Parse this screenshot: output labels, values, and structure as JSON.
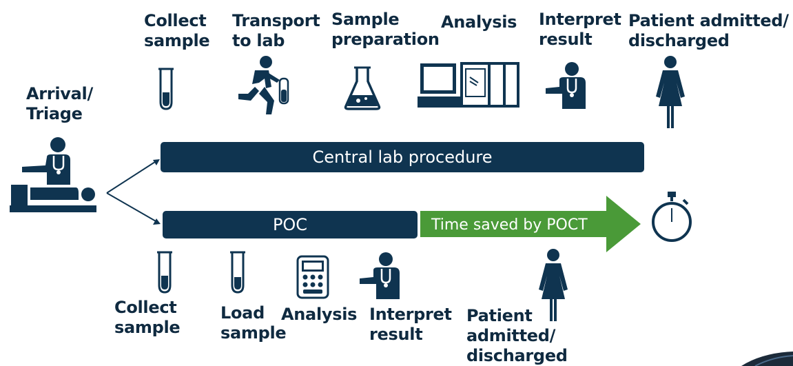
{
  "top_steps": {
    "collect": "Collect\nsample",
    "transport": "Transport\nto lab",
    "preparation": "Sample\npreparation",
    "analysis": "Analysis",
    "interpret": "Interpret\nresult",
    "admitted": "Patient admitted/\ndischarged"
  },
  "start": {
    "arrival": "Arrival/\nTriage"
  },
  "bars": {
    "central": "Central lab procedure",
    "poc": "POC",
    "time_saved": "Time saved by POCT"
  },
  "bottom_steps": {
    "collect": "Collect\nsample",
    "load": "Load\nsample",
    "analysis": "Analysis",
    "interpret": "Interpret\nresult",
    "admitted": "Patient\nadmitted/\ndischarged"
  },
  "colors": {
    "navy": "#0f3450",
    "green": "#4a9a38",
    "text": "#0f2a40"
  }
}
